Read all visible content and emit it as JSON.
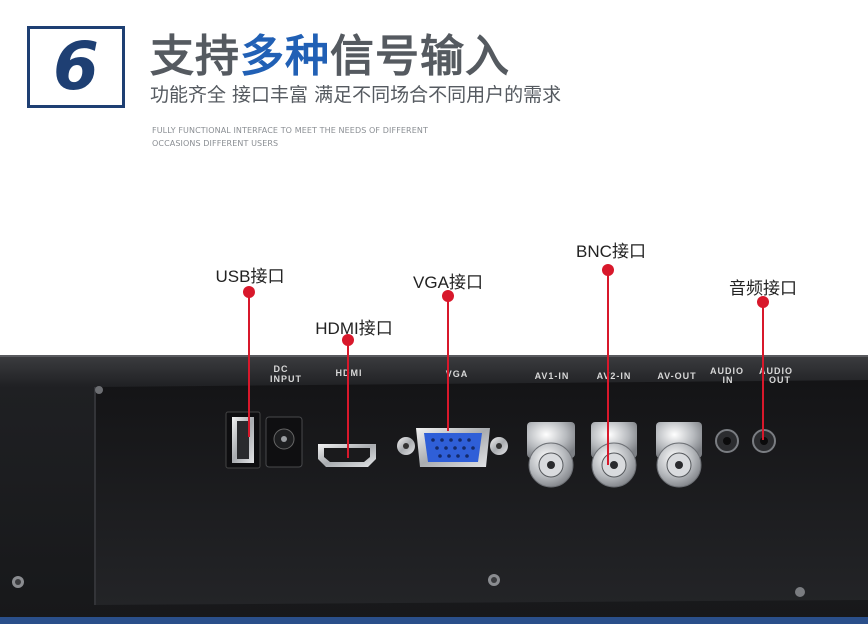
{
  "header": {
    "badge_number": "6",
    "title_part1": "支持",
    "title_accent": "多种",
    "title_part2": "信号输入",
    "subtitle": "功能齐全 接口丰富 满足不同场合不同用户的需求",
    "english_line1": "FULLY FUNCTIONAL INTERFACE TO MEET THE NEEDS OF DIFFERENT",
    "english_line2": "OCCASIONS DIFFERENT USERS"
  },
  "callouts": {
    "usb": "USB接口",
    "hdmi": "HDMI接口",
    "vga": "VGA接口",
    "bnc": "BNC接口",
    "audio": "音频接口"
  },
  "panel_labels": {
    "dc_line1": "DC",
    "dc_line2": "INPUT",
    "hdmi": "HDMI",
    "vga": "VGA",
    "av1": "AV1-IN",
    "av2": "AV2-IN",
    "avout": "AV-OUT",
    "audio_in_line1": "AUDIO",
    "audio_in_line2": "IN",
    "audio_out_line1": "AUDIO",
    "audio_out_line2": "OUT"
  },
  "colors": {
    "accent_blue": "#2160b5",
    "badge_navy": "#1e3f73",
    "callout_red": "#d8182b"
  }
}
